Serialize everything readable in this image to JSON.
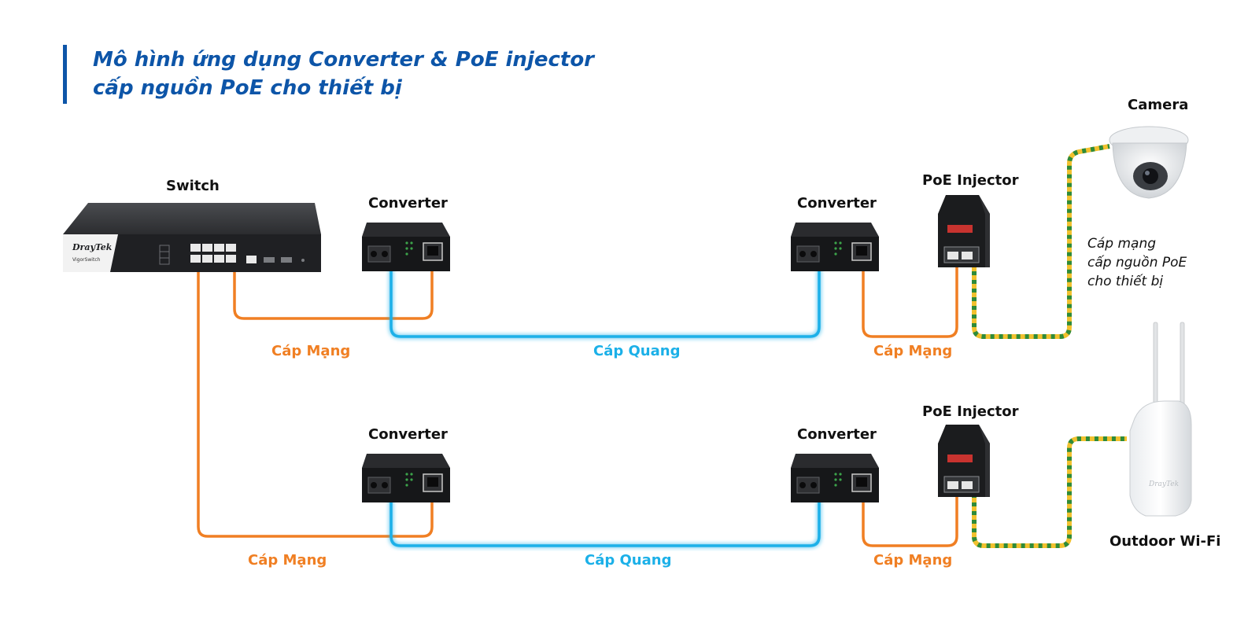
{
  "title": {
    "line1_prefix": "Mô hình ứng dụng ",
    "line1_highlight": "Converter & PoE injector",
    "line2": "cấp nguồn PoE cho thiết bị"
  },
  "devices": {
    "switch": "Switch",
    "converter_a1": "Converter",
    "converter_a2": "Converter",
    "converter_b1": "Converter",
    "converter_b2": "Converter",
    "poe_a": "PoE Injector",
    "poe_b": "PoE Injector",
    "camera": "Camera",
    "outdoor_wifi": "Outdoor Wi-Fi"
  },
  "switch_brand": "DrayTek",
  "switch_model": "VigorSwitch",
  "wifi_brand": "DrayTek",
  "cables": {
    "top_lan_left": "Cáp Mạng",
    "top_fiber": "Cáp Quang",
    "top_lan_right": "Cáp Mạng",
    "bottom_lan_left": "Cáp Mạng",
    "bottom_fiber": "Cáp Quang",
    "bottom_lan_right": "Cáp Mạng"
  },
  "poe_note": {
    "line1": "Cáp mạng",
    "line2": "cấp nguồn PoE",
    "line3": "cho thiết bị"
  },
  "colors": {
    "title": "#0d55a8",
    "lan_cable": "#f07f23",
    "fiber_cable": "#1bb0e8",
    "poe_cable_green": "#2e8b3a",
    "poe_cable_yellow": "#f2c12e"
  }
}
